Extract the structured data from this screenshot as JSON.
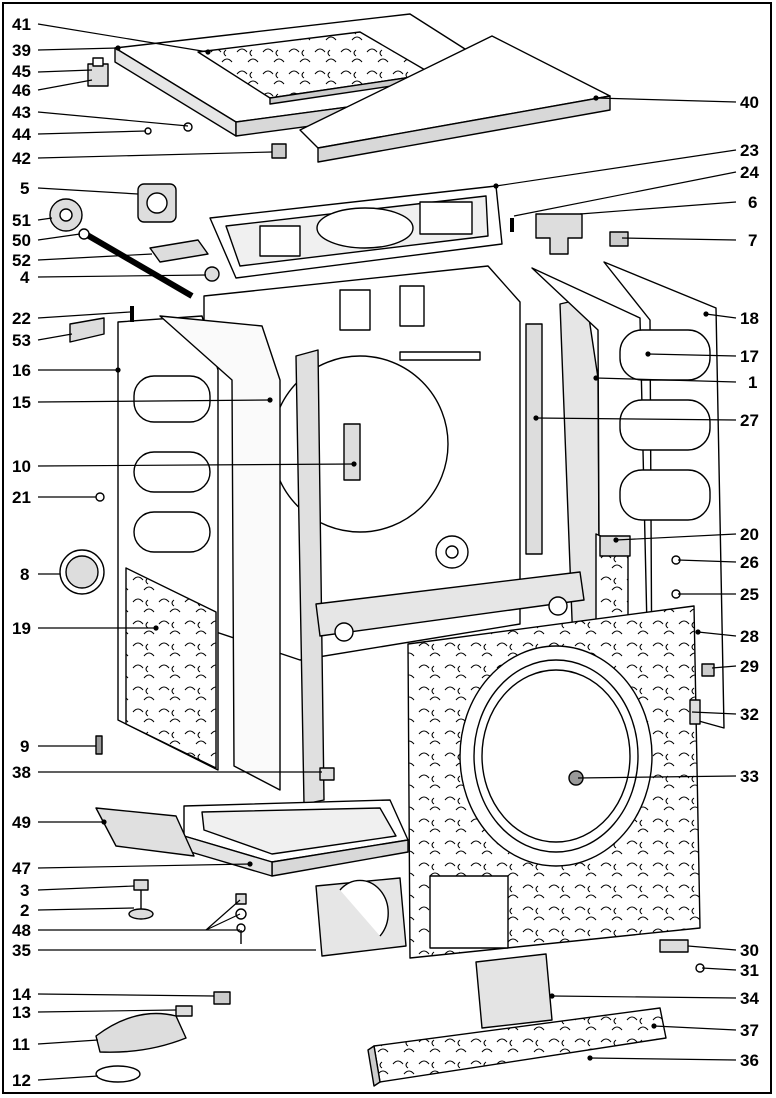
{
  "labels": {
    "l1": "1",
    "l2": "2",
    "l3": "3",
    "l4": "4",
    "l5": "5",
    "l6": "6",
    "l7": "7",
    "l8": "8",
    "l9": "9",
    "l10": "10",
    "l11": "11",
    "l12": "12",
    "l13": "13",
    "l14": "14",
    "l15": "15",
    "l16": "16",
    "l17": "17",
    "l18": "18",
    "l19": "19",
    "l20": "20",
    "l21": "21",
    "l22": "22",
    "l23": "23",
    "l24": "24",
    "l25": "25",
    "l26": "26",
    "l27": "27",
    "l28": "28",
    "l29": "29",
    "l30": "30",
    "l31": "31",
    "l32": "32",
    "l33": "33",
    "l34": "34",
    "l35": "35",
    "l36": "36",
    "l37": "37",
    "l38": "38",
    "l39": "39",
    "l40": "40",
    "l41": "41",
    "l42": "42",
    "l43": "43",
    "l44": "44",
    "l45": "45",
    "l46": "46",
    "l47": "47",
    "l48": "48",
    "l49": "49",
    "l50": "50",
    "l51": "51",
    "l52": "52",
    "l53": "53"
  },
  "colors": {
    "line": "#000000",
    "part": "#ffffff",
    "shade": "#d8d8d8",
    "hole": "#b0b0b0"
  }
}
